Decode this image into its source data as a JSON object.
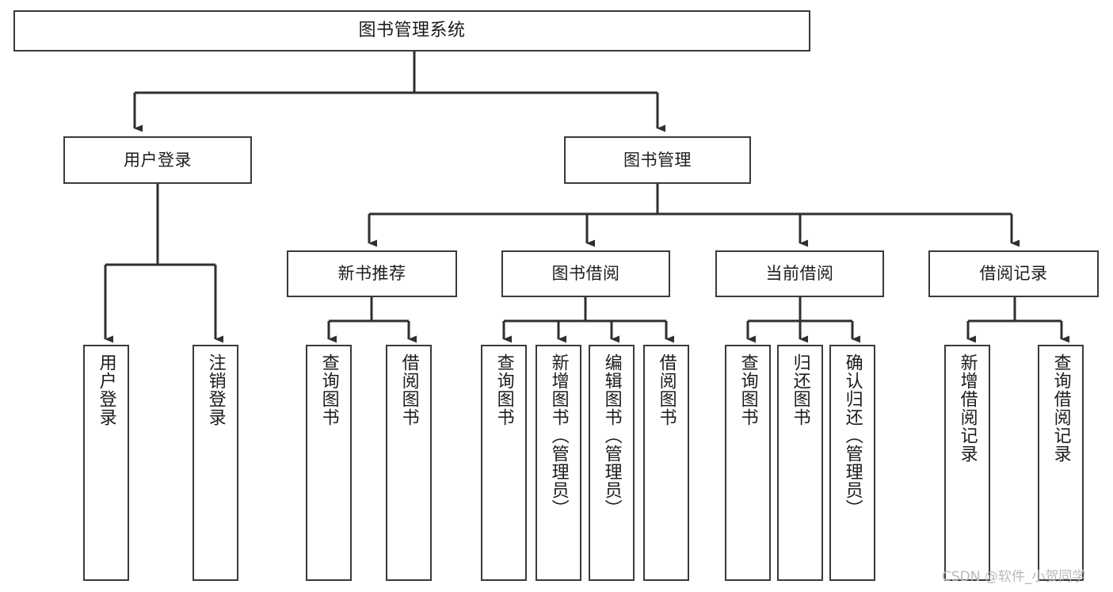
{
  "diagram": {
    "title": "图书管理系统",
    "type": "tree-structure-chart",
    "orientation": "top-down",
    "colors": {
      "box_border": "#3a3a3a",
      "box_fill": "#ffffff",
      "connector": "#2f2f2f",
      "text": "#1c1c1c",
      "watermark": "#b9b9b9",
      "background": "#ffffff"
    },
    "root": {
      "label": "图书管理系统"
    },
    "level2": [
      {
        "label": "用户登录"
      },
      {
        "label": "图书管理"
      }
    ],
    "level3": [
      {
        "label": "新书推荐"
      },
      {
        "label": "图书借阅"
      },
      {
        "label": "当前借阅"
      },
      {
        "label": "借阅记录"
      }
    ],
    "leaves": {
      "user_login": [
        {
          "label": "用户登录"
        },
        {
          "label": "注销登录"
        }
      ],
      "new_book_recommend": [
        {
          "label": "查询图书"
        },
        {
          "label": "借阅图书"
        }
      ],
      "book_borrow": [
        {
          "label": "查询图书"
        },
        {
          "label": "新增图书（管理员）"
        },
        {
          "label": "编辑图书（管理员）"
        },
        {
          "label": "借阅图书"
        }
      ],
      "current_borrow": [
        {
          "label": "查询图书"
        },
        {
          "label": "归还图书"
        },
        {
          "label": "确认归还（管理员）"
        }
      ],
      "borrow_record": [
        {
          "label": "新增借阅记录"
        },
        {
          "label": "查询借阅记录"
        }
      ]
    },
    "watermark": "CSDN @软件_小贺同学"
  }
}
